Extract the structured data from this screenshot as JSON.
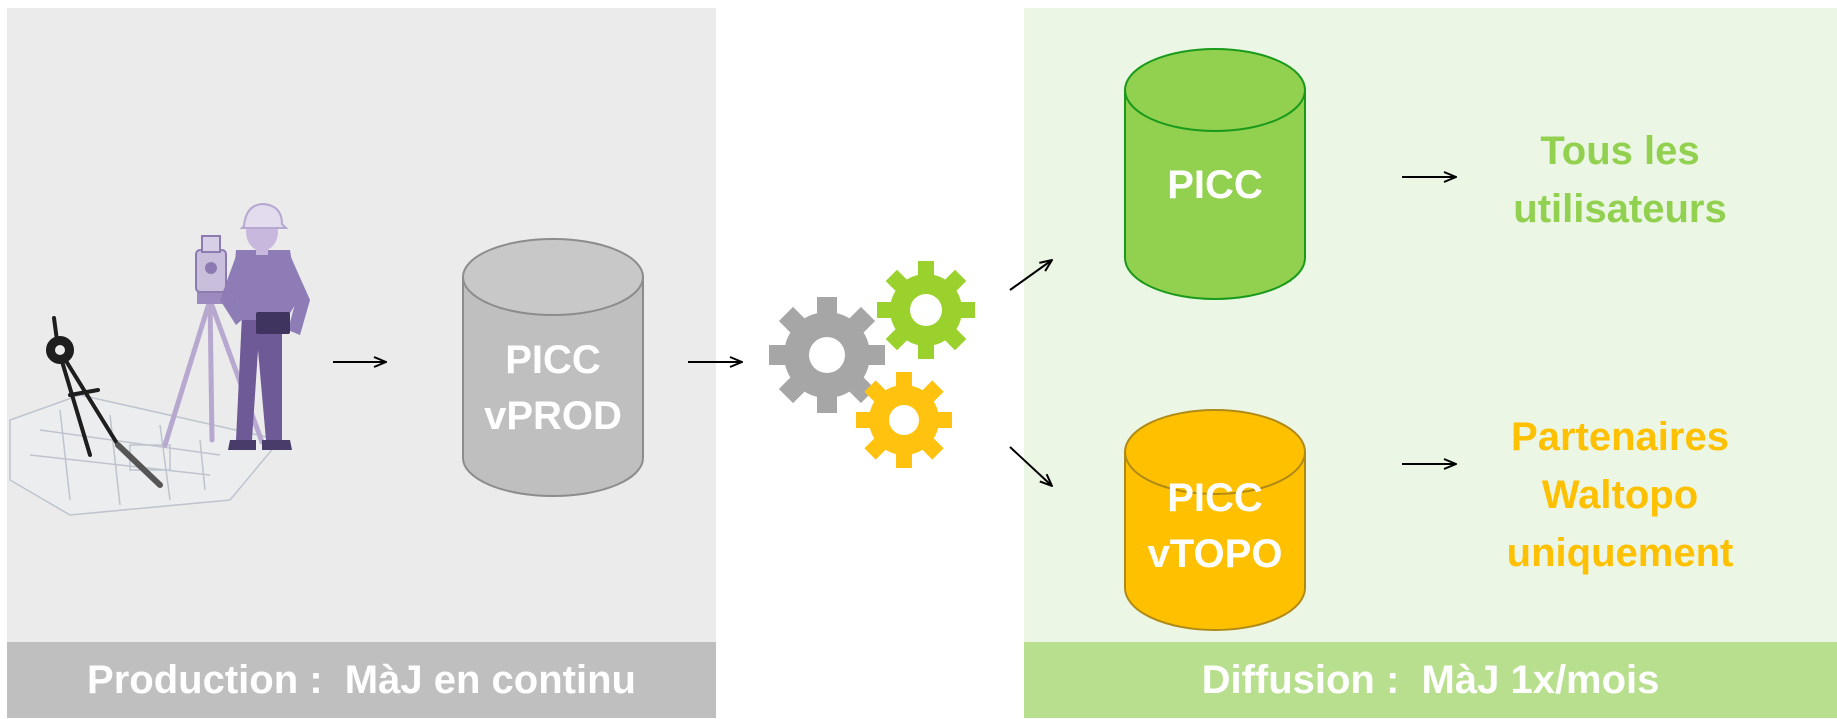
{
  "production": {
    "footer": "Production :  MàJ en continu",
    "db": {
      "lines": [
        "PICC",
        "vPROD"
      ]
    }
  },
  "diffusion": {
    "footer": "Diffusion :  MàJ 1x/mois",
    "db_public": {
      "lines": [
        "PICC"
      ]
    },
    "db_partner": {
      "lines": [
        "PICC",
        "vTOPO"
      ]
    },
    "audience_public": {
      "lines": [
        "Tous les",
        "utilisateurs"
      ]
    },
    "audience_partner": {
      "lines": [
        "Partenaires",
        "Waltopo",
        "uniquement"
      ]
    }
  },
  "colors": {
    "prod_panel": "#ebebeb",
    "prod_footer": "#bfbfbf",
    "diff_panel": "#ecf6e4",
    "diff_footer": "#b7df8e",
    "gray_db": "#bfbfbf",
    "green_db": "#92d050",
    "orange_db": "#ffc000",
    "green_text": "#92d050",
    "orange_text": "#ffc000"
  },
  "icons": [
    "surveyor-illustration",
    "compass-icon",
    "gears-icon",
    "arrow-icon"
  ]
}
